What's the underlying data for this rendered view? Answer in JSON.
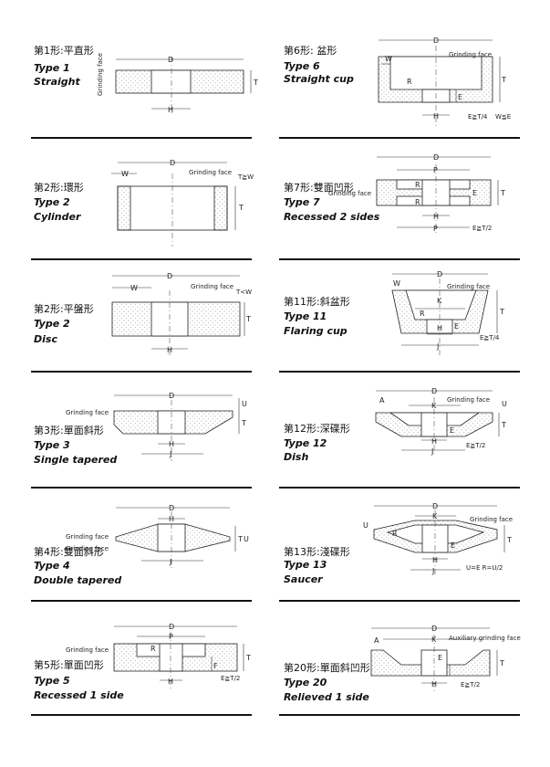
{
  "cells": [
    {
      "zh": "第1形:平直形",
      "type": "Type 1",
      "name": "Straight"
    },
    {
      "zh": "第6形: 盆形",
      "type": "Type 6",
      "name": "Straight cup"
    },
    {
      "zh": "第2形:環形",
      "type": "Type 2",
      "name": "Cylinder"
    },
    {
      "zh": "第7形:雙面凹形",
      "type": "Type 7",
      "name": "Recessed 2 sides"
    },
    {
      "zh": "第2形:平盤形",
      "type": "Type 2",
      "name": "Disc"
    },
    {
      "zh": "第11形:斜盆形",
      "type": "Type 11",
      "name": "Flaring cup"
    },
    {
      "zh": "第3形:單面斜形",
      "type": "Type 3",
      "name": "Single tapered"
    },
    {
      "zh": "第12形:深碟形",
      "type": "Type 12",
      "name": "Dish"
    },
    {
      "zh": "第4形:雙面斜形",
      "type": "Type 4",
      "name": "Double tapered"
    },
    {
      "zh": "第13形:淺碟形",
      "type": "Type 13",
      "name": "Saucer"
    },
    {
      "zh": "第5形:單面凹形",
      "type": "Type 5",
      "name": "Recessed 1 side"
    },
    {
      "zh": "第20形:單面斜凹形",
      "type": "Type 20",
      "name": "Relieved 1 side"
    }
  ],
  "labels": {
    "grinding_face": "Grinding face",
    "auxiliary_grinding_face": "Auxiliary grinding face",
    "D": "D",
    "H": "H",
    "T": "T",
    "W": "W",
    "E": "E",
    "R": "R",
    "P": "P",
    "K": "K",
    "J": "J",
    "U": "U",
    "A": "A",
    "F": "F",
    "t2_cond": "T≧W",
    "t2disc_cond": "T<W",
    "e_quarter": "E≧T/4",
    "w_le_e": "W≦E",
    "e_half": "E≧T/2",
    "u_r": "U=E  R=U/2"
  }
}
